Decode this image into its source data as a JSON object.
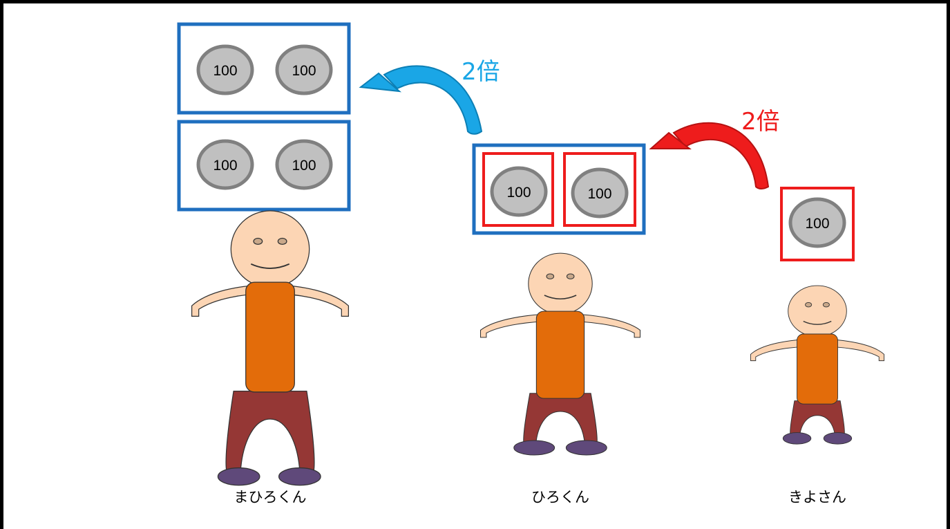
{
  "coin_value": "100",
  "arrows": [
    {
      "label": "2倍",
      "color": "#1aa6e6"
    },
    {
      "label": "2倍",
      "color": "#ee1c1c"
    }
  ],
  "people": [
    {
      "name": "まひろくん",
      "coins": 4
    },
    {
      "name": "ひろくん",
      "coins": 2
    },
    {
      "name": "きよさん",
      "coins": 1
    }
  ],
  "colors": {
    "blue_box": "#1f6fbf",
    "red_box": "#ee1c1c",
    "coin_fill": "#c0c0c0",
    "coin_border": "#808080",
    "skin": "#fcd5b4",
    "shirt": "#e36c0a",
    "pants": "#953735",
    "shoes": "#5f497a"
  }
}
